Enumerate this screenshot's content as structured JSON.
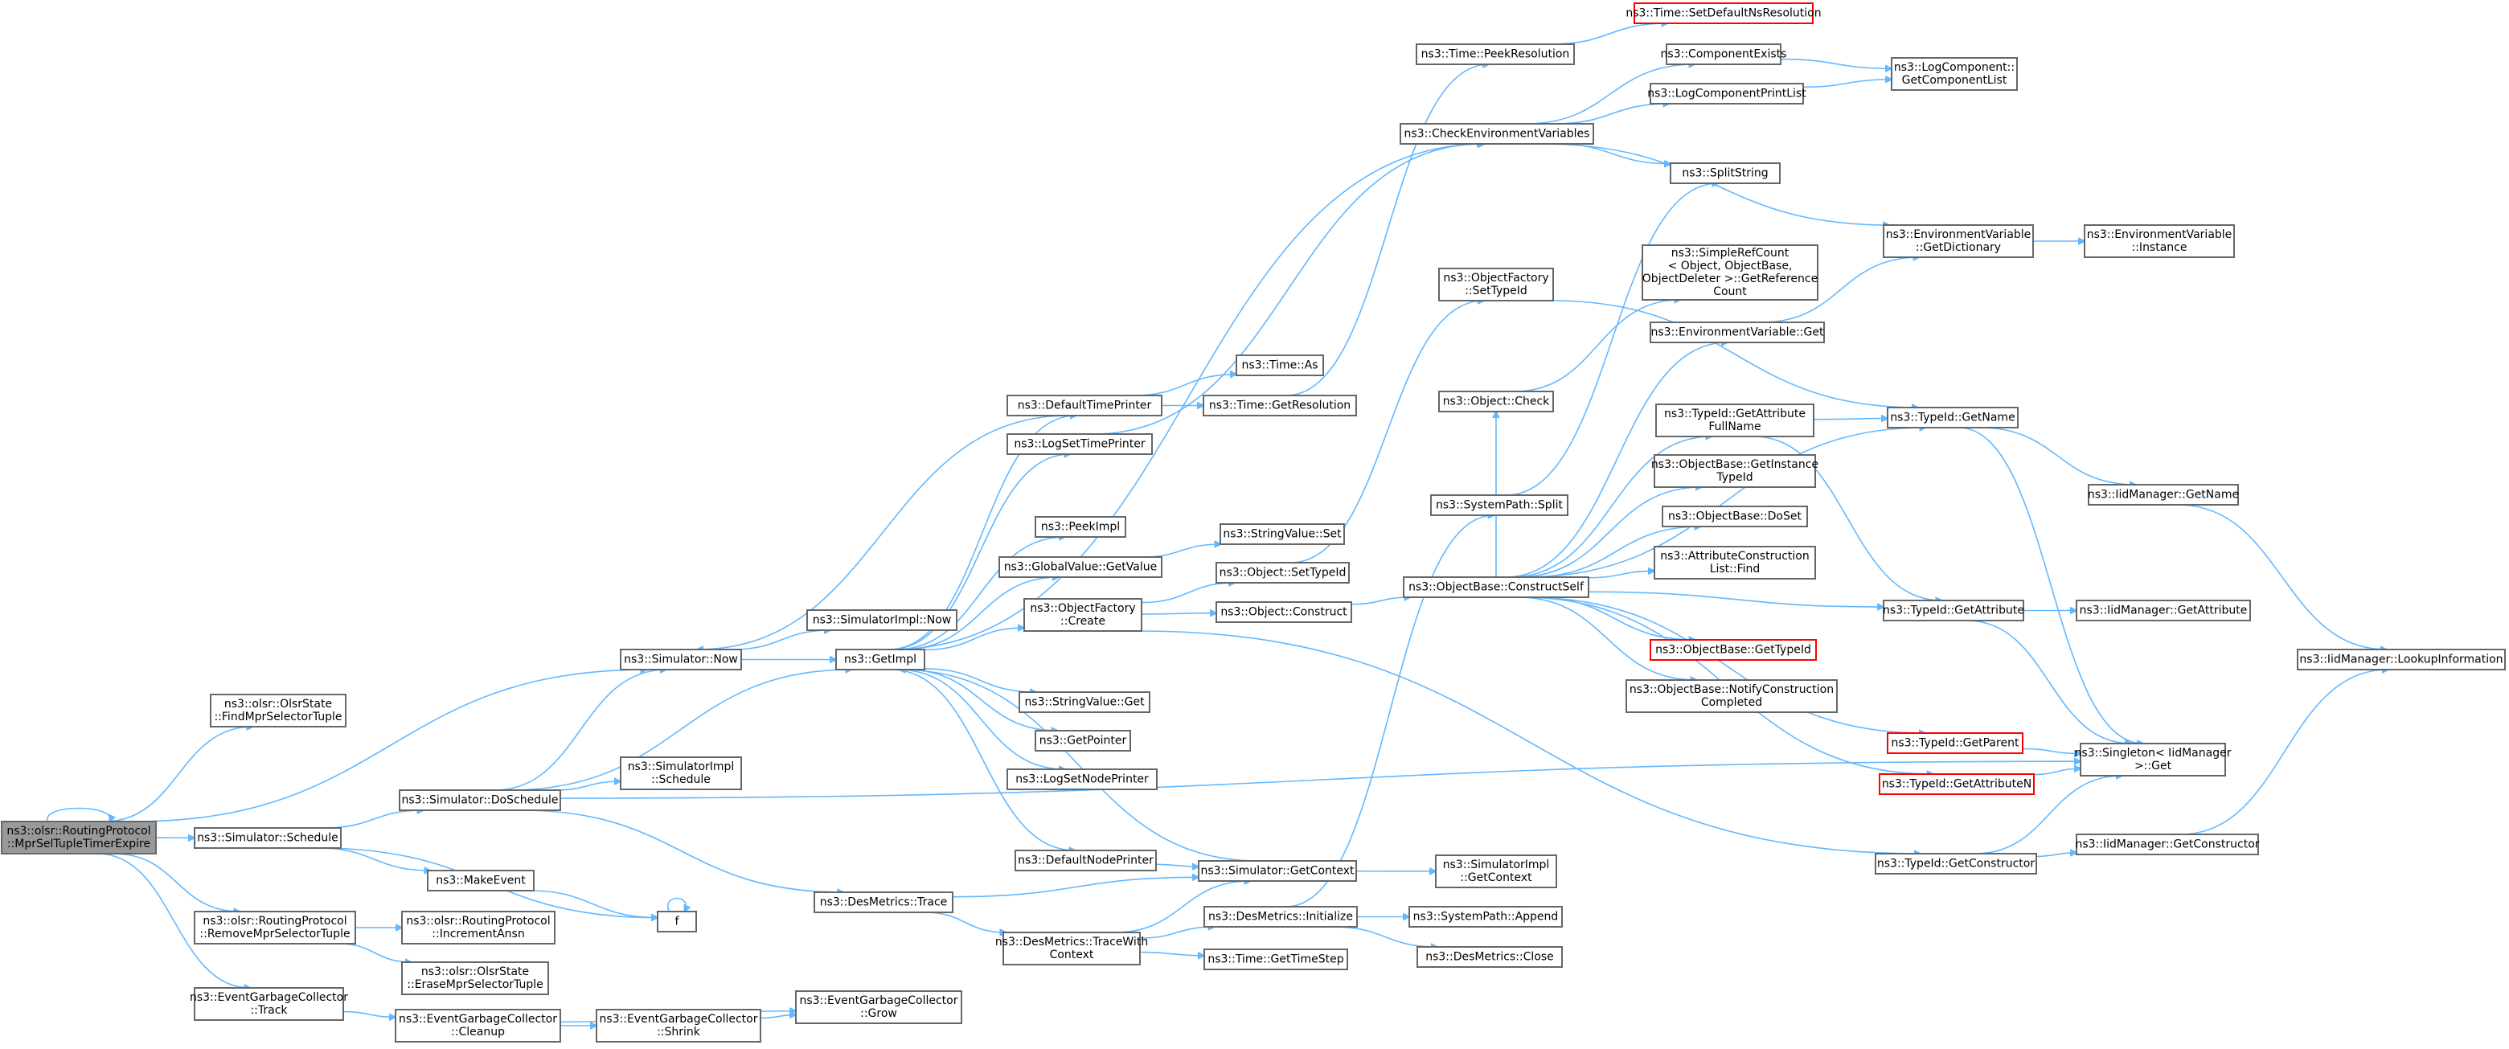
{
  "nodes": [
    {
      "id": "root",
      "lines": [
        "ns3::olsr::RoutingProtocol",
        "::MprSelTupleTimerExpire"
      ]
    },
    {
      "id": "find",
      "lines": [
        "ns3::olsr::OlsrState",
        "::FindMprSelectorTuple"
      ]
    },
    {
      "id": "now",
      "lines": [
        "ns3::Simulator::Now"
      ]
    },
    {
      "id": "schedule",
      "lines": [
        "ns3::Simulator::Schedule"
      ]
    },
    {
      "id": "remove",
      "lines": [
        "ns3::olsr::RoutingProtocol",
        "::RemoveMprSelectorTuple"
      ]
    },
    {
      "id": "egctrack",
      "lines": [
        "ns3::EventGarbageCollector",
        "::Track"
      ]
    },
    {
      "id": "doschedule",
      "lines": [
        "ns3::Simulator::DoSchedule"
      ]
    },
    {
      "id": "makeevent",
      "lines": [
        "ns3::MakeEvent"
      ]
    },
    {
      "id": "f",
      "lines": [
        "f"
      ]
    },
    {
      "id": "incansn",
      "lines": [
        "ns3::olsr::RoutingProtocol",
        "::IncrementAnsn"
      ]
    },
    {
      "id": "erase",
      "lines": [
        "ns3::olsr::OlsrState",
        "::EraseMprSelectorTuple"
      ]
    },
    {
      "id": "cleanup",
      "lines": [
        "ns3::EventGarbageCollector",
        "::Cleanup"
      ]
    },
    {
      "id": "shrink",
      "lines": [
        "ns3::EventGarbageCollector",
        "::Shrink"
      ]
    },
    {
      "id": "grow",
      "lines": [
        "ns3::EventGarbageCollector",
        "::Grow"
      ]
    },
    {
      "id": "simimplsched",
      "lines": [
        "ns3::SimulatorImpl",
        "::Schedule"
      ]
    },
    {
      "id": "dmtrace",
      "lines": [
        "ns3::DesMetrics::Trace"
      ]
    },
    {
      "id": "simimplnow",
      "lines": [
        "ns3::SimulatorImpl::Now"
      ]
    },
    {
      "id": "getimpl",
      "lines": [
        "ns3::GetImpl"
      ]
    },
    {
      "id": "defaulttimeprinter",
      "lines": [
        "ns3::DefaultTimePrinter"
      ]
    },
    {
      "id": "logsettimeprinter",
      "lines": [
        "ns3::LogSetTimePrinter"
      ]
    },
    {
      "id": "peekimpl",
      "lines": [
        "ns3::PeekImpl"
      ]
    },
    {
      "id": "gvgetvalue",
      "lines": [
        "ns3::GlobalValue::GetValue"
      ]
    },
    {
      "id": "ofcreate",
      "lines": [
        "ns3::ObjectFactory",
        "::Create"
      ]
    },
    {
      "id": "svget",
      "lines": [
        "ns3::StringValue::Get"
      ]
    },
    {
      "id": "getpointer",
      "lines": [
        "ns3::GetPointer"
      ]
    },
    {
      "id": "logsetnodeprinter",
      "lines": [
        "ns3::LogSetNodePrinter"
      ]
    },
    {
      "id": "defaultnodeprinter",
      "lines": [
        "ns3::DefaultNodePrinter"
      ]
    },
    {
      "id": "getcontext",
      "lines": [
        "ns3::Simulator::GetContext"
      ]
    },
    {
      "id": "tracewithcontext",
      "lines": [
        "ns3::DesMetrics::TraceWith",
        "Context"
      ]
    },
    {
      "id": "timeas",
      "lines": [
        "ns3::Time::As"
      ]
    },
    {
      "id": "getresolution",
      "lines": [
        "ns3::Time::GetResolution"
      ]
    },
    {
      "id": "svset",
      "lines": [
        "ns3::StringValue::Set"
      ]
    },
    {
      "id": "objsettypeid",
      "lines": [
        "ns3::Object::SetTypeId"
      ]
    },
    {
      "id": "objconstruct",
      "lines": [
        "ns3::Object::Construct"
      ]
    },
    {
      "id": "dminit",
      "lines": [
        "ns3::DesMetrics::Initialize"
      ]
    },
    {
      "id": "gettimestep",
      "lines": [
        "ns3::Time::GetTimeStep"
      ]
    },
    {
      "id": "peekres",
      "lines": [
        "ns3::Time::PeekResolution"
      ]
    },
    {
      "id": "setdefaultns",
      "lines": [
        "ns3::Time::SetDefaultNsResolution"
      ],
      "red": true
    },
    {
      "id": "checkenv",
      "lines": [
        "ns3::CheckEnvironmentVariables"
      ]
    },
    {
      "id": "ofsettypeid",
      "lines": [
        "ns3::ObjectFactory",
        "::SetTypeId"
      ]
    },
    {
      "id": "objcheck",
      "lines": [
        "ns3::Object::Check"
      ]
    },
    {
      "id": "spsplit",
      "lines": [
        "ns3::SystemPath::Split"
      ]
    },
    {
      "id": "obconstructself",
      "lines": [
        "ns3::ObjectBase::ConstructSelf"
      ]
    },
    {
      "id": "simimplgetctx",
      "lines": [
        "ns3::SimulatorImpl",
        "::GetContext"
      ]
    },
    {
      "id": "spappend",
      "lines": [
        "ns3::SystemPath::Append"
      ]
    },
    {
      "id": "dmclose",
      "lines": [
        "ns3::DesMetrics::Close"
      ]
    },
    {
      "id": "compexists",
      "lines": [
        "ns3::ComponentExists"
      ]
    },
    {
      "id": "logcompprint",
      "lines": [
        "ns3::LogComponentPrintList"
      ]
    },
    {
      "id": "splitstring",
      "lines": [
        "ns3::SplitString"
      ]
    },
    {
      "id": "simplerefcount",
      "lines": [
        "ns3::SimpleRefCount",
        "< Object, ObjectBase,",
        "ObjectDeleter >::GetReference",
        "Count"
      ]
    },
    {
      "id": "envget",
      "lines": [
        "ns3::EnvironmentVariable::Get"
      ]
    },
    {
      "id": "getattrfullname",
      "lines": [
        "ns3::TypeId::GetAttribute",
        "FullName"
      ]
    },
    {
      "id": "obgetinstance",
      "lines": [
        "ns3::ObjectBase::GetInstance",
        "TypeId"
      ]
    },
    {
      "id": "obdoset",
      "lines": [
        "ns3::ObjectBase::DoSet"
      ]
    },
    {
      "id": "acfind",
      "lines": [
        "ns3::AttributeConstruction",
        "List::Find"
      ]
    },
    {
      "id": "obgettypeid",
      "lines": [
        "ns3::ObjectBase::GetTypeId"
      ],
      "red": true
    },
    {
      "id": "obnotify",
      "lines": [
        "ns3::ObjectBase::NotifyConstruction",
        "Completed"
      ]
    },
    {
      "id": "logcompgetlist",
      "lines": [
        "ns3::LogComponent::",
        "GetComponentList"
      ]
    },
    {
      "id": "envgetdict",
      "lines": [
        "ns3::EnvironmentVariable",
        "::GetDictionary"
      ]
    },
    {
      "id": "tidgetname",
      "lines": [
        "ns3::TypeId::GetName"
      ]
    },
    {
      "id": "tidgetattr",
      "lines": [
        "ns3::TypeId::GetAttribute"
      ]
    },
    {
      "id": "tidgetparent",
      "lines": [
        "ns3::TypeId::GetParent"
      ],
      "red": true
    },
    {
      "id": "tidgetattrn",
      "lines": [
        "ns3::TypeId::GetAttributeN"
      ],
      "red": true
    },
    {
      "id": "tidgetctor",
      "lines": [
        "ns3::TypeId::GetConstructor"
      ]
    },
    {
      "id": "envinstance",
      "lines": [
        "ns3::EnvironmentVariable",
        "::Instance"
      ]
    },
    {
      "id": "iidgetname",
      "lines": [
        "ns3::IidManager::GetName"
      ]
    },
    {
      "id": "iidgetattr",
      "lines": [
        "ns3::IidManager::GetAttribute"
      ]
    },
    {
      "id": "singletonget",
      "lines": [
        "ns3::Singleton< IidManager",
        ">::Get"
      ]
    },
    {
      "id": "iidgetctor",
      "lines": [
        "ns3::IidManager::GetConstructor"
      ]
    },
    {
      "id": "iidlookup",
      "lines": [
        "ns3::IidManager::LookupInformation"
      ]
    }
  ],
  "edges": [
    [
      "root",
      "root"
    ],
    [
      "root",
      "find"
    ],
    [
      "root",
      "now"
    ],
    [
      "root",
      "schedule"
    ],
    [
      "root",
      "remove"
    ],
    [
      "root",
      "egctrack"
    ],
    [
      "schedule",
      "doschedule"
    ],
    [
      "schedule",
      "makeevent"
    ],
    [
      "schedule",
      "f"
    ],
    [
      "makeevent",
      "f"
    ],
    [
      "f",
      "f"
    ],
    [
      "remove",
      "incansn"
    ],
    [
      "remove",
      "erase"
    ],
    [
      "egctrack",
      "cleanup"
    ],
    [
      "cleanup",
      "shrink"
    ],
    [
      "cleanup",
      "grow"
    ],
    [
      "shrink",
      "grow"
    ],
    [
      "doschedule",
      "now"
    ],
    [
      "doschedule",
      "getimpl"
    ],
    [
      "doschedule",
      "simimplsched"
    ],
    [
      "doschedule",
      "dmtrace"
    ],
    [
      "doschedule",
      "singletonget"
    ],
    [
      "now",
      "simimplnow"
    ],
    [
      "now",
      "getimpl"
    ],
    [
      "getimpl",
      "defaulttimeprinter"
    ],
    [
      "getimpl",
      "logsettimeprinter"
    ],
    [
      "getimpl",
      "peekimpl"
    ],
    [
      "getimpl",
      "gvgetvalue"
    ],
    [
      "getimpl",
      "ofcreate"
    ],
    [
      "getimpl",
      "svget"
    ],
    [
      "getimpl",
      "getpointer"
    ],
    [
      "getimpl",
      "logsetnodeprinter"
    ],
    [
      "getimpl",
      "defaultnodeprinter"
    ],
    [
      "getimpl",
      "checkenv"
    ],
    [
      "defaulttimeprinter",
      "now"
    ],
    [
      "defaulttimeprinter",
      "timeas"
    ],
    [
      "defaulttimeprinter",
      "getresolution"
    ],
    [
      "logsettimeprinter",
      "checkenv"
    ],
    [
      "gvgetvalue",
      "svset"
    ],
    [
      "ofcreate",
      "objsettypeid"
    ],
    [
      "ofcreate",
      "objconstruct"
    ],
    [
      "ofcreate",
      "tidgetctor"
    ],
    [
      "getresolution",
      "peekres"
    ],
    [
      "peekres",
      "setdefaultns"
    ],
    [
      "objsettypeid",
      "ofsettypeid"
    ],
    [
      "objconstruct",
      "obconstructself"
    ],
    [
      "defaultnodeprinter",
      "getcontext"
    ],
    [
      "dmtrace",
      "getcontext"
    ],
    [
      "dmtrace",
      "tracewithcontext"
    ],
    [
      "tracewithcontext",
      "getcontext"
    ],
    [
      "tracewithcontext",
      "dminit"
    ],
    [
      "tracewithcontext",
      "gettimestep"
    ],
    [
      "getcontext",
      "getimpl"
    ],
    [
      "getcontext",
      "simimplgetctx"
    ],
    [
      "dminit",
      "spappend"
    ],
    [
      "dminit",
      "dmclose"
    ],
    [
      "dminit",
      "spsplit"
    ],
    [
      "spsplit",
      "splitstring"
    ],
    [
      "checkenv",
      "compexists"
    ],
    [
      "checkenv",
      "logcompprint"
    ],
    [
      "checkenv",
      "splitstring"
    ],
    [
      "checkenv",
      "envgetdict"
    ],
    [
      "compexists",
      "logcompgetlist"
    ],
    [
      "logcompprint",
      "logcompgetlist"
    ],
    [
      "ofsettypeid",
      "tidgetname"
    ],
    [
      "objcheck",
      "simplerefcount"
    ],
    [
      "obconstructself",
      "envget"
    ],
    [
      "obconstructself",
      "getattrfullname"
    ],
    [
      "obconstructself",
      "obgetinstance"
    ],
    [
      "obconstructself",
      "obdoset"
    ],
    [
      "obconstructself",
      "acfind"
    ],
    [
      "obconstructself",
      "obgettypeid"
    ],
    [
      "obconstructself",
      "obnotify"
    ],
    [
      "obconstructself",
      "tidgetattr"
    ],
    [
      "obconstructself",
      "tidgetparent"
    ],
    [
      "obconstructself",
      "tidgetattrn"
    ],
    [
      "obconstructself",
      "tidgetname"
    ],
    [
      "obconstructself",
      "objcheck"
    ],
    [
      "envget",
      "envgetdict"
    ],
    [
      "getattrfullname",
      "tidgetname"
    ],
    [
      "getattrfullname",
      "tidgetattr"
    ],
    [
      "envgetdict",
      "envinstance"
    ],
    [
      "tidgetname",
      "iidgetname"
    ],
    [
      "tidgetname",
      "singletonget"
    ],
    [
      "tidgetattr",
      "iidgetattr"
    ],
    [
      "tidgetattr",
      "singletonget"
    ],
    [
      "tidgetparent",
      "singletonget"
    ],
    [
      "tidgetattrn",
      "singletonget"
    ],
    [
      "tidgetctor",
      "iidgetctor"
    ],
    [
      "tidgetctor",
      "singletonget"
    ],
    [
      "iidgetname",
      "iidlookup"
    ],
    [
      "iidgetctor",
      "iidlookup"
    ]
  ]
}
